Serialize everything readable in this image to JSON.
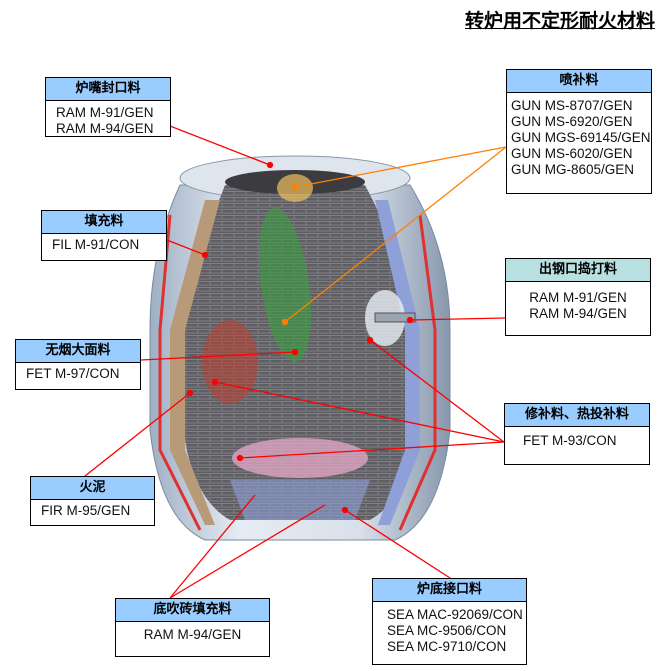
{
  "title": "转炉用不定形耐火材料",
  "labels": {
    "mouth": {
      "title": "炉嘴封口料",
      "items": [
        "RAM M-91/GEN",
        "RAM M-94/GEN"
      ]
    },
    "filler": {
      "title": "填充料",
      "items": [
        "FIL M-91/CON"
      ]
    },
    "face": {
      "title": "无烟大面料",
      "items": [
        "FET M-97/CON"
      ]
    },
    "mortar": {
      "title": "火泥",
      "items": [
        "FIR M-95/GEN"
      ]
    },
    "bottom_brick": {
      "title": "底吹砖填充料",
      "items": [
        "RAM M-94/GEN"
      ]
    },
    "bottom_joint": {
      "title": "炉底接口料",
      "items": [
        "SEA MAC-92069/CON",
        "SEA MC-9506/CON",
        "SEA MC-9710/CON"
      ]
    },
    "gunning": {
      "title": "喷补料",
      "items": [
        "GUN MS-8707/GEN",
        "GUN MS-6920/GEN",
        "GUN MGS-69145/GEN",
        "GUN MS-6020/GEN",
        "GUN MG-8605/GEN"
      ]
    },
    "taphole": {
      "title": "出钢口捣打料",
      "items": [
        "RAM M-91/GEN",
        "RAM M-94/GEN"
      ]
    },
    "repair": {
      "title": "修补料、热投补料",
      "items": [
        "FET M-93/CON"
      ]
    }
  },
  "colors": {
    "header": "#99ccff",
    "header_alt": "#b8e0e0",
    "leader": "#ff0000",
    "leader_gun": "#ff8000"
  }
}
